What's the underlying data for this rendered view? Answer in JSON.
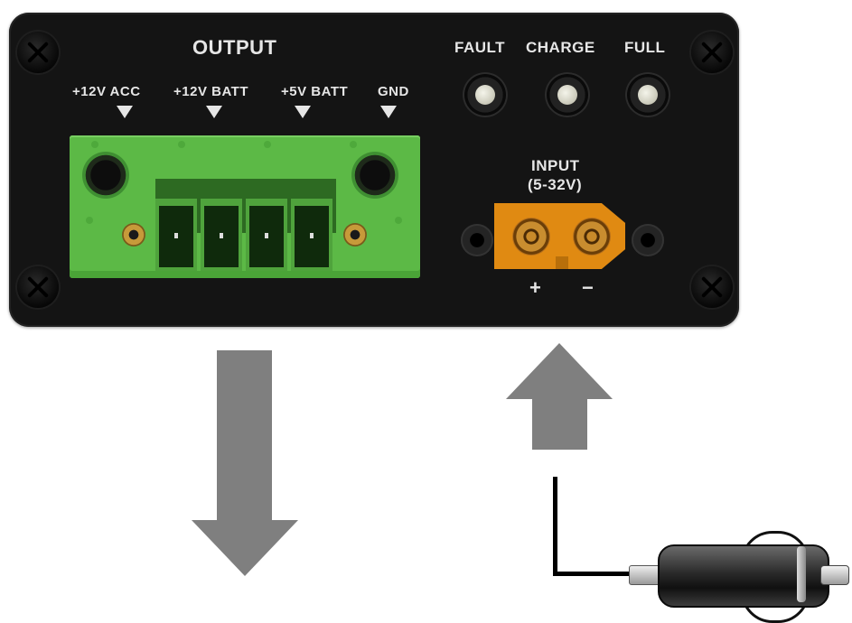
{
  "panel": {
    "output_title": "OUTPUT",
    "outputs": [
      {
        "label": "+12V ACC"
      },
      {
        "label": "+12V BATT"
      },
      {
        "label": "+5V BATT"
      },
      {
        "label": "GND"
      }
    ],
    "leds": [
      {
        "label": "FAULT"
      },
      {
        "label": "CHARGE"
      },
      {
        "label": "FULL"
      }
    ],
    "input_title": "INPUT",
    "input_range": "(5-32V)",
    "polarity_plus": "+",
    "polarity_minus": "−"
  },
  "colors": {
    "panel": "#141414",
    "terminal_green": "#5cb946",
    "xt60_orange": "#e08a12",
    "arrow_gray": "#7f7f7f"
  },
  "icons": [
    "phillips-screw-icon",
    "down-arrow-icon",
    "up-arrow-icon",
    "car-cigarette-plug-icon"
  ]
}
